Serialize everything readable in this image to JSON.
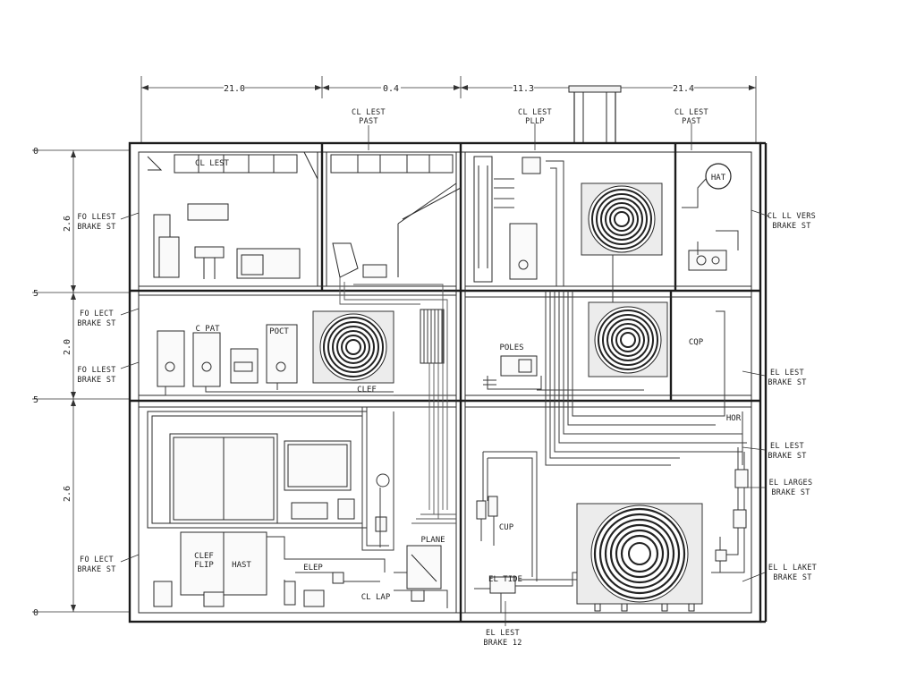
{
  "dimensions_top": [
    "21.0",
    "0.4",
    "11.3",
    "21.4"
  ],
  "levels_left": [
    "0",
    "5",
    "5",
    "0"
  ],
  "side_dims_left": [
    "2.6",
    "2.0",
    "2.6"
  ],
  "labels": {
    "hat": "HAT",
    "top_mid_1": [
      "CL LEST",
      "PAST"
    ],
    "top_mid_2": [
      "CL LEST",
      "PLLP"
    ],
    "top_right": [
      "CL LEST",
      "PAST"
    ],
    "left_1": [
      "FO LLEST",
      "BRAKE ST"
    ],
    "left_2": [
      "FO LECT",
      "BRAKE ST"
    ],
    "left_3": [
      "FO LLEST",
      "BRAKE ST"
    ],
    "left_4": [
      "FO LECT",
      "BRAKE ST"
    ],
    "right_1": [
      "CL LL VERS",
      "BRAKE ST"
    ],
    "right_2": [
      "EL LEST",
      "BRAKE ST"
    ],
    "right_3": [
      "EL LEST",
      "BRAKE ST"
    ],
    "right_4": [
      "EL LARGES",
      "BRAKE ST"
    ],
    "right_5": [
      "EL L LAKET",
      "BRAKE ST"
    ],
    "bottom": [
      "EL LEST",
      "BRAKE 12"
    ],
    "room_tag_a": "CL LEST",
    "room_tag_b": "POLES",
    "room_tag_c": "POCT",
    "room_tag_d": "CQP",
    "room_tag_e": "HOR",
    "room_tag_f": "C PAT",
    "room_tag_g": "CLEF",
    "room_tag_h": "HAST",
    "room_tag_i": "ELEP",
    "room_tag_j": "CL LAP",
    "room_tag_k": "EL TIDE",
    "room_tag_l": "PLANE",
    "room_tag_m": "CUP",
    "room_tag_n": "CLEF",
    "room_tag_o": "FLIP"
  }
}
